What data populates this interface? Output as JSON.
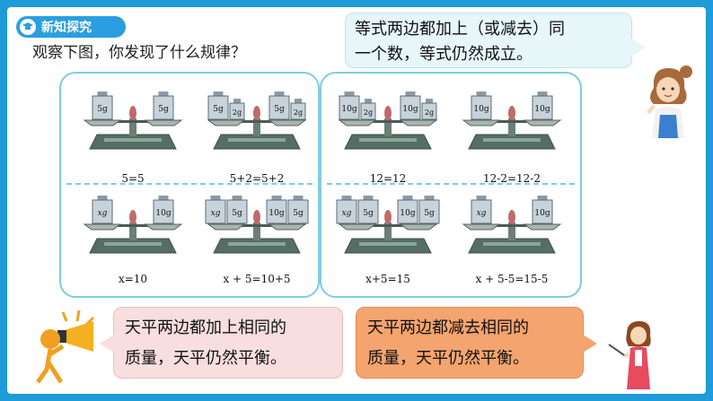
{
  "section": {
    "label": "新知探究",
    "icon": "mortarboard-icon"
  },
  "instruction": "观察下图，你发现了什么规律？",
  "speech_top": {
    "line1": "等式两边都加上（或减去）同",
    "line2": "一个数，等式仍然成立。"
  },
  "scales": [
    {
      "left": [
        "5g"
      ],
      "right": [
        "5g"
      ],
      "equation": "5=5"
    },
    {
      "left": [
        "5g",
        "2g"
      ],
      "right": [
        "5g",
        "2g"
      ],
      "equation": "5+2=5+2"
    },
    {
      "left": [
        "10g",
        "2g"
      ],
      "right": [
        "10g",
        "2g"
      ],
      "equation": "12=12"
    },
    {
      "left": [
        "10g"
      ],
      "right": [
        "10g"
      ],
      "equation": "12-2=12-2"
    },
    {
      "left": [
        "xg"
      ],
      "right": [
        "10g"
      ],
      "equation": "x=10"
    },
    {
      "left": [
        "xg",
        "5g"
      ],
      "right": [
        "10g",
        "5g"
      ],
      "equation": "x + 5=10+5"
    },
    {
      "left": [
        "xg",
        "5g"
      ],
      "right": [
        "10g",
        "5g"
      ],
      "equation": "x+5=15"
    },
    {
      "left": [
        "xg"
      ],
      "right": [
        "10g"
      ],
      "equation": "x + 5-5=15-5"
    }
  ],
  "speech_left": {
    "line1": "天平两边都加上相同的",
    "line2": "质量，天平仍然平衡。"
  },
  "speech_right": {
    "line1": "天平两边都减去相同的",
    "line2": "质量，天平仍然平衡。"
  },
  "colors": {
    "frame": "#1e9bd8",
    "tab": "#2a9fe0",
    "panel_border": "#7fcce0",
    "bubble_pink": "#f8dede",
    "bubble_orange": "#f4a46e"
  }
}
